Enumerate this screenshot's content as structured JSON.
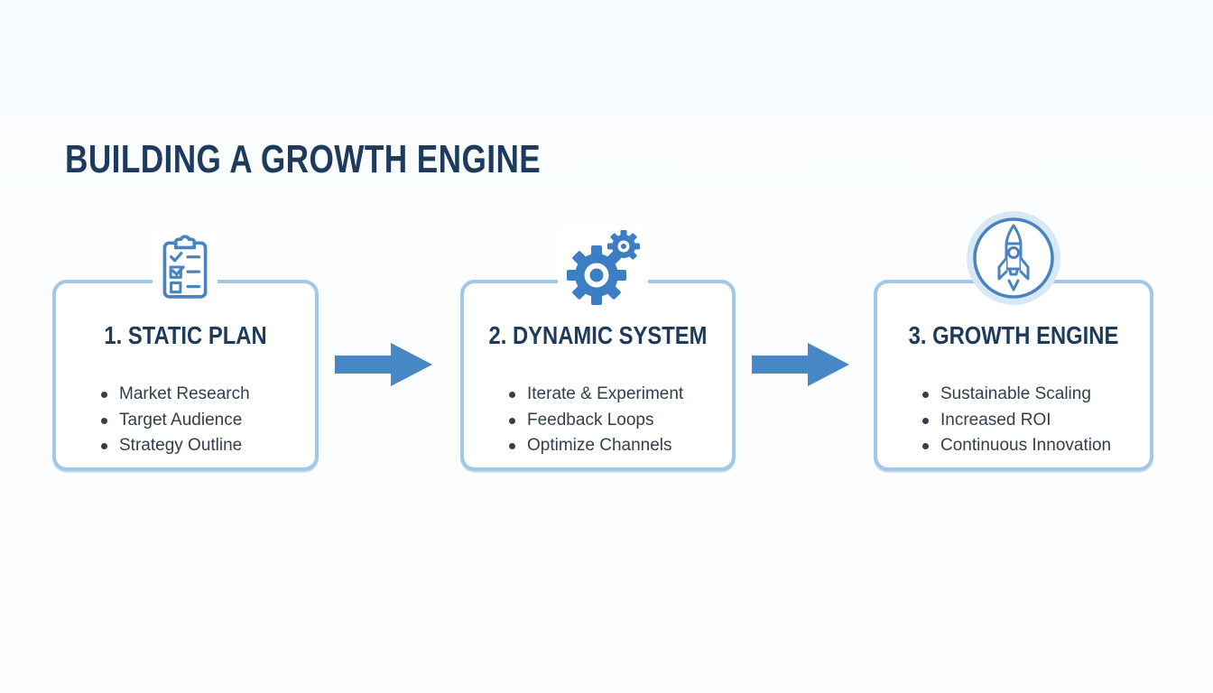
{
  "page": {
    "title": "BUILDING A GROWTH ENGINE"
  },
  "colors": {
    "page_bg": "#fbfdfe",
    "title_navy": "#1e3a5c",
    "heading_navy": "#1e3a5c",
    "body_text": "#323e4c",
    "box_border": "#a2c7e7",
    "box_bg": "#ffffff",
    "arrow_blue": "#4787c6",
    "gear_blue": "#3c7ec3",
    "icon_stroke": "#4a84bd",
    "halo_blue": "#d7e8f6"
  },
  "stages": [
    {
      "icon": "clipboard-checklist-icon",
      "heading": "1. STATIC PLAN",
      "bullets": [
        "Market Research",
        "Target Audience",
        "Strategy Outline"
      ]
    },
    {
      "icon": "gears-icon",
      "heading": "2. DYNAMIC SYSTEM",
      "bullets": [
        "Iterate & Experiment",
        "Feedback Loops",
        "Optimize Channels"
      ]
    },
    {
      "icon": "rocket-icon",
      "heading": "3. GROWTH ENGINE",
      "bullets": [
        "Sustainable Scaling",
        "Increased ROI",
        "Continuous Innovation"
      ]
    }
  ],
  "connectors": [
    {
      "type": "arrow-right"
    },
    {
      "type": "arrow-right"
    }
  ]
}
